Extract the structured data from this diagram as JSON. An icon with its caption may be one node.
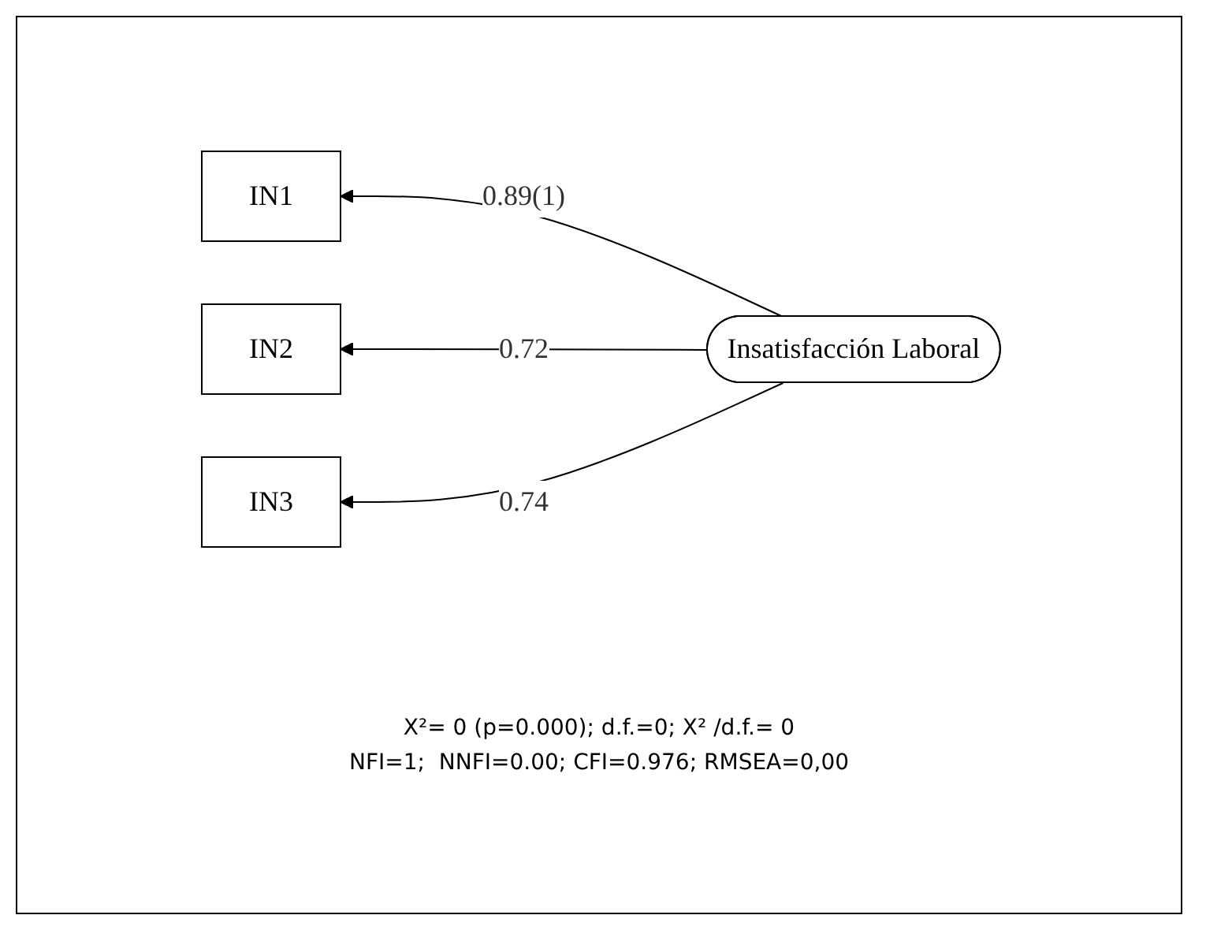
{
  "diagram": {
    "nodes": [
      {
        "text": [
          "IN1"
        ]
      },
      {
        "text": [
          "IN2"
        ]
      },
      {
        "text": [
          "IN3"
        ]
      },
      {
        "text": [
          "Insatisfacción Laboral"
        ]
      }
    ],
    "edges": [
      {
        "from": 3,
        "to": 0,
        "arrow": "to",
        "label": "0.89(1)"
      },
      {
        "from": 3,
        "to": 1,
        "arrow": "to",
        "label": "0.72"
      },
      {
        "from": 3,
        "to": 2,
        "arrow": "to",
        "label": "0.74"
      }
    ],
    "labels": [
      "X²= 0 (p=0.000); d.f.=0; X² /d.f.= 0",
      "NFI=1;  NNFI=0.00; CFI=0.976; RMSEA=0,00"
    ]
  }
}
